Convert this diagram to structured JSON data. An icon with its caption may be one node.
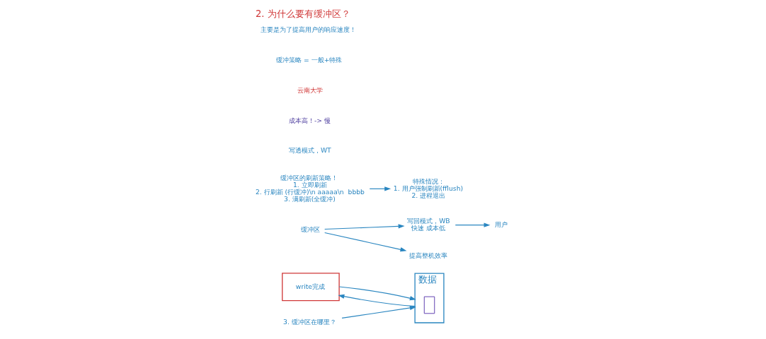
{
  "diagram": {
    "title": "2. 为什么要有缓冲区？",
    "nodes": [
      {
        "text": [
          "write完成"
        ]
      },
      {
        "text": [
          "用户"
        ]
      },
      {
        "text": [
          "写回模式，WB",
          "快速 成本低"
        ]
      },
      {
        "text": [
          "数据"
        ]
      },
      {
        "text": [],
        "shape": "box",
        "in": 3
      },
      {
        "text": [
          "缓冲区"
        ]
      },
      {
        "text": [
          "提高整机效率"
        ]
      },
      {
        "text": [
          "缓冲区的刷新策略！",
          "1. 立即刷新",
          "2. 行刷新 (行缓冲)\\n aaaaa\\n  bbbb",
          "3. 满刷新(全缓冲)"
        ]
      },
      {
        "text": [
          "特殊情况：",
          "1. 用户强制刷新(fflush)",
          "2. 进程退出"
        ]
      },
      {
        "text": [
          "3. 缓冲区在哪里？"
        ]
      }
    ],
    "edges": [
      {
        "from": 0,
        "to": 3,
        "arrow": "to"
      },
      {
        "from": 3,
        "to": 0,
        "arrow": "to"
      },
      {
        "from": 2,
        "to": 1,
        "arrow": "to"
      },
      {
        "from": 5,
        "to": 2,
        "arrow": "to"
      },
      {
        "from": 5,
        "to": 6,
        "arrow": "to"
      },
      {
        "from": 7,
        "to": 8,
        "arrow": "to"
      },
      {
        "from": 9,
        "to": 3,
        "arrow": "to"
      }
    ],
    "labels": [
      "写透模式，WT",
      "成本高！-> 慢",
      "云南大学",
      "缓冲策略 = 一般+特殊",
      "主要是为了提高用户的响应速度！"
    ]
  }
}
